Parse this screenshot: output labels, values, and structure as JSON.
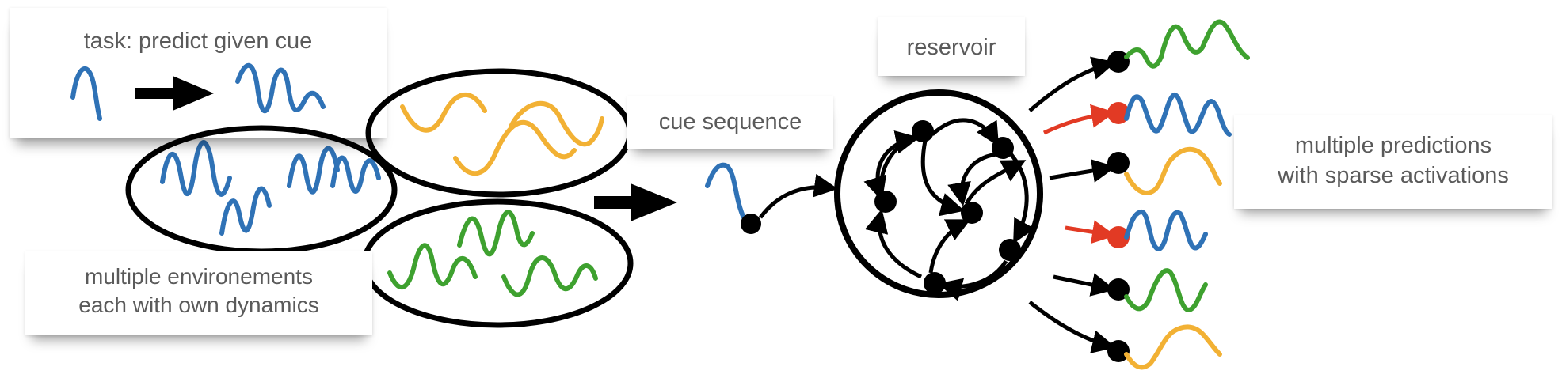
{
  "labels": {
    "task": "task: predict given cue",
    "environments": [
      "multiple environements",
      "each with own dynamics"
    ],
    "cue": "cue sequence",
    "reservoir": "reservoir",
    "predictions": [
      "multiple predictions",
      "with sparse activations"
    ]
  },
  "colors": {
    "blue": "#2f72b6",
    "orange": "#f2b134",
    "green": "#3ea12f",
    "active_node": "#e23a24",
    "ink": "#000000",
    "label_text": "#5a5a5a"
  },
  "outputs": [
    {
      "signal": "green",
      "active": false
    },
    {
      "signal": "blue",
      "active": true
    },
    {
      "signal": "orange",
      "active": false
    },
    {
      "signal": "blue",
      "active": true
    },
    {
      "signal": "green",
      "active": false
    },
    {
      "signal": "orange",
      "active": false
    }
  ]
}
